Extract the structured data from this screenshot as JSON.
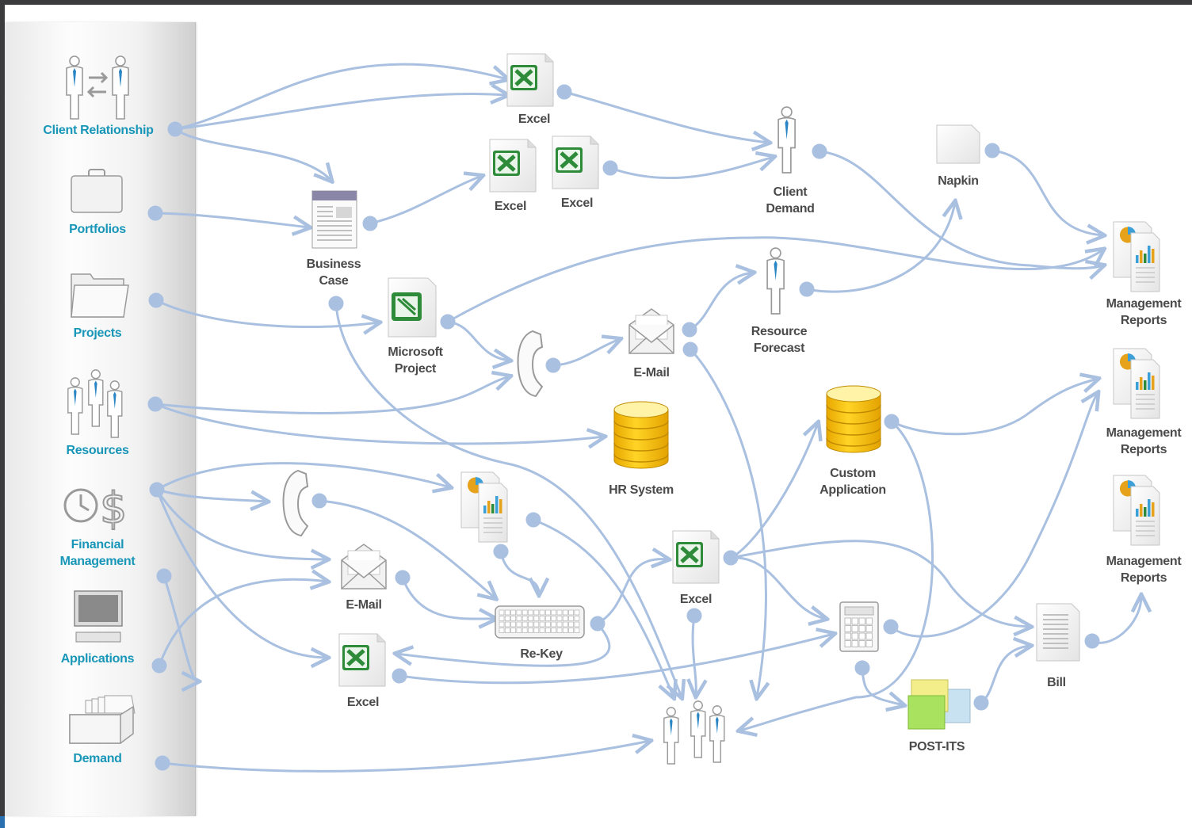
{
  "diagram": {
    "categories": [
      {
        "id": "client-relationship",
        "label": "Client Relationship",
        "icon": "people-exchange-icon"
      },
      {
        "id": "portfolios",
        "label": "Portfolios",
        "icon": "briefcase-icon"
      },
      {
        "id": "projects",
        "label": "Projects",
        "icon": "folder-icon"
      },
      {
        "id": "resources",
        "label": "Resources",
        "icon": "people-group-icon"
      },
      {
        "id": "financial-management",
        "label": "Financial\nManagement",
        "icon": "clock-dollar-icon"
      },
      {
        "id": "applications",
        "label": "Applications",
        "icon": "computer-icon"
      },
      {
        "id": "demand",
        "label": "Demand",
        "icon": "card-file-icon"
      }
    ],
    "nodes": [
      {
        "id": "excel-top",
        "label": "Excel",
        "icon": "excel-icon"
      },
      {
        "id": "excel-a",
        "label": "Excel",
        "icon": "excel-icon"
      },
      {
        "id": "excel-b",
        "label": "Excel",
        "icon": "excel-icon"
      },
      {
        "id": "business-case",
        "label": "Business\nCase",
        "icon": "document-icon"
      },
      {
        "id": "client-demand",
        "label": "Client\nDemand",
        "icon": "person-icon"
      },
      {
        "id": "napkin",
        "label": "Napkin",
        "icon": "napkin-icon"
      },
      {
        "id": "mgmt-1",
        "label": "Management\nReports",
        "icon": "reports-icon"
      },
      {
        "id": "mgmt-2",
        "label": "Management\nReports",
        "icon": "reports-icon"
      },
      {
        "id": "mgmt-3",
        "label": "Management\nReports",
        "icon": "reports-icon"
      },
      {
        "id": "ms-project",
        "label": "Microsoft\nProject",
        "icon": "project-file-icon"
      },
      {
        "id": "phone-1",
        "label": "",
        "icon": "phone-icon"
      },
      {
        "id": "email-1",
        "label": "E-Mail",
        "icon": "envelope-icon"
      },
      {
        "id": "resource-forecast",
        "label": "Resource\nForecast",
        "icon": "person-icon"
      },
      {
        "id": "hr-system",
        "label": "HR System",
        "icon": "database-icon"
      },
      {
        "id": "custom-app",
        "label": "Custom\nApplication",
        "icon": "database-icon"
      },
      {
        "id": "phone-2",
        "label": "",
        "icon": "phone-icon"
      },
      {
        "id": "reports-mid",
        "label": "",
        "icon": "reports-icon"
      },
      {
        "id": "email-2",
        "label": "E-Mail",
        "icon": "envelope-icon"
      },
      {
        "id": "excel-c",
        "label": "Excel",
        "icon": "excel-icon"
      },
      {
        "id": "rekey",
        "label": "Re-Key",
        "icon": "keyboard-icon"
      },
      {
        "id": "excel-d",
        "label": "Excel",
        "icon": "excel-icon"
      },
      {
        "id": "calculator",
        "label": "",
        "icon": "calculator-icon"
      },
      {
        "id": "bill",
        "label": "Bill",
        "icon": "bill-icon"
      },
      {
        "id": "post-its",
        "label": "POST-ITS",
        "icon": "sticky-notes-icon"
      },
      {
        "id": "team",
        "label": "",
        "icon": "people-group-icon"
      }
    ],
    "colors": {
      "connector": "#a9c0e0",
      "category_text": "#1896b8",
      "node_text": "#4a4a4a",
      "excel_green": "#2e8b3a",
      "db_yellow": "#f5c518"
    }
  }
}
